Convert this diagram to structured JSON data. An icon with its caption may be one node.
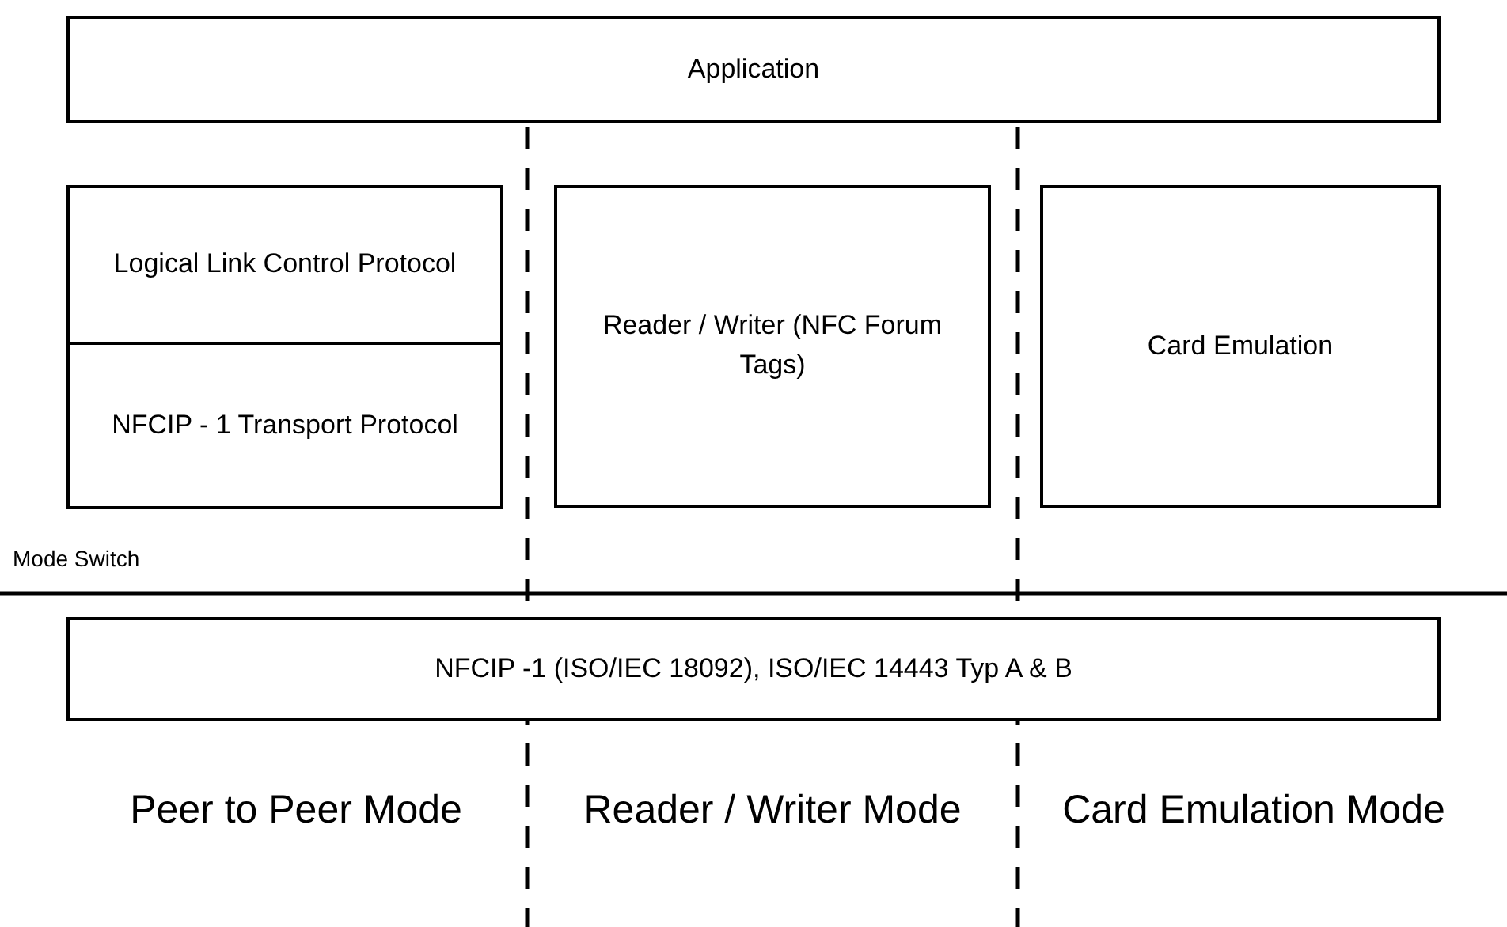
{
  "diagram": {
    "nodes": [
      {
        "text": [
          "Application"
        ]
      },
      {
        "text": [
          "Logical Link Control Protocol"
        ]
      },
      {
        "text": [
          "NFCIP - 1 Transport Protocol"
        ]
      },
      {
        "text": [
          "Reader / Writer (NFC Forum Tags)"
        ]
      },
      {
        "text": [
          "Card Emulation"
        ]
      },
      {
        "text": [
          "NFCIP -1 (ISO/IEC 18092), ISO/IEC 14443 Typ A & B"
        ]
      }
    ],
    "labels": [
      "Mode Switch",
      "Peer to Peer Mode",
      "Reader / Writer Mode",
      "Card Emulation Mode"
    ]
  }
}
